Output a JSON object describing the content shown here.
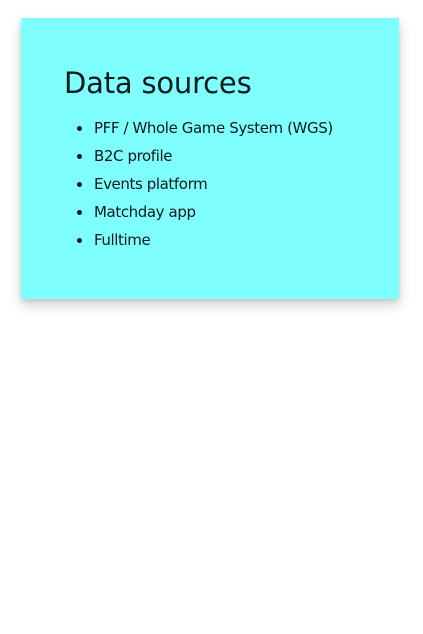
{
  "card": {
    "background": "#7ffefe",
    "title": "Data sources",
    "items": [
      {
        "label": "PFF / Whole Game System (WGS)"
      },
      {
        "label": "B2C profile"
      },
      {
        "label": "Events platform"
      },
      {
        "label": "Matchday app"
      },
      {
        "label": "Fulltime"
      }
    ]
  }
}
